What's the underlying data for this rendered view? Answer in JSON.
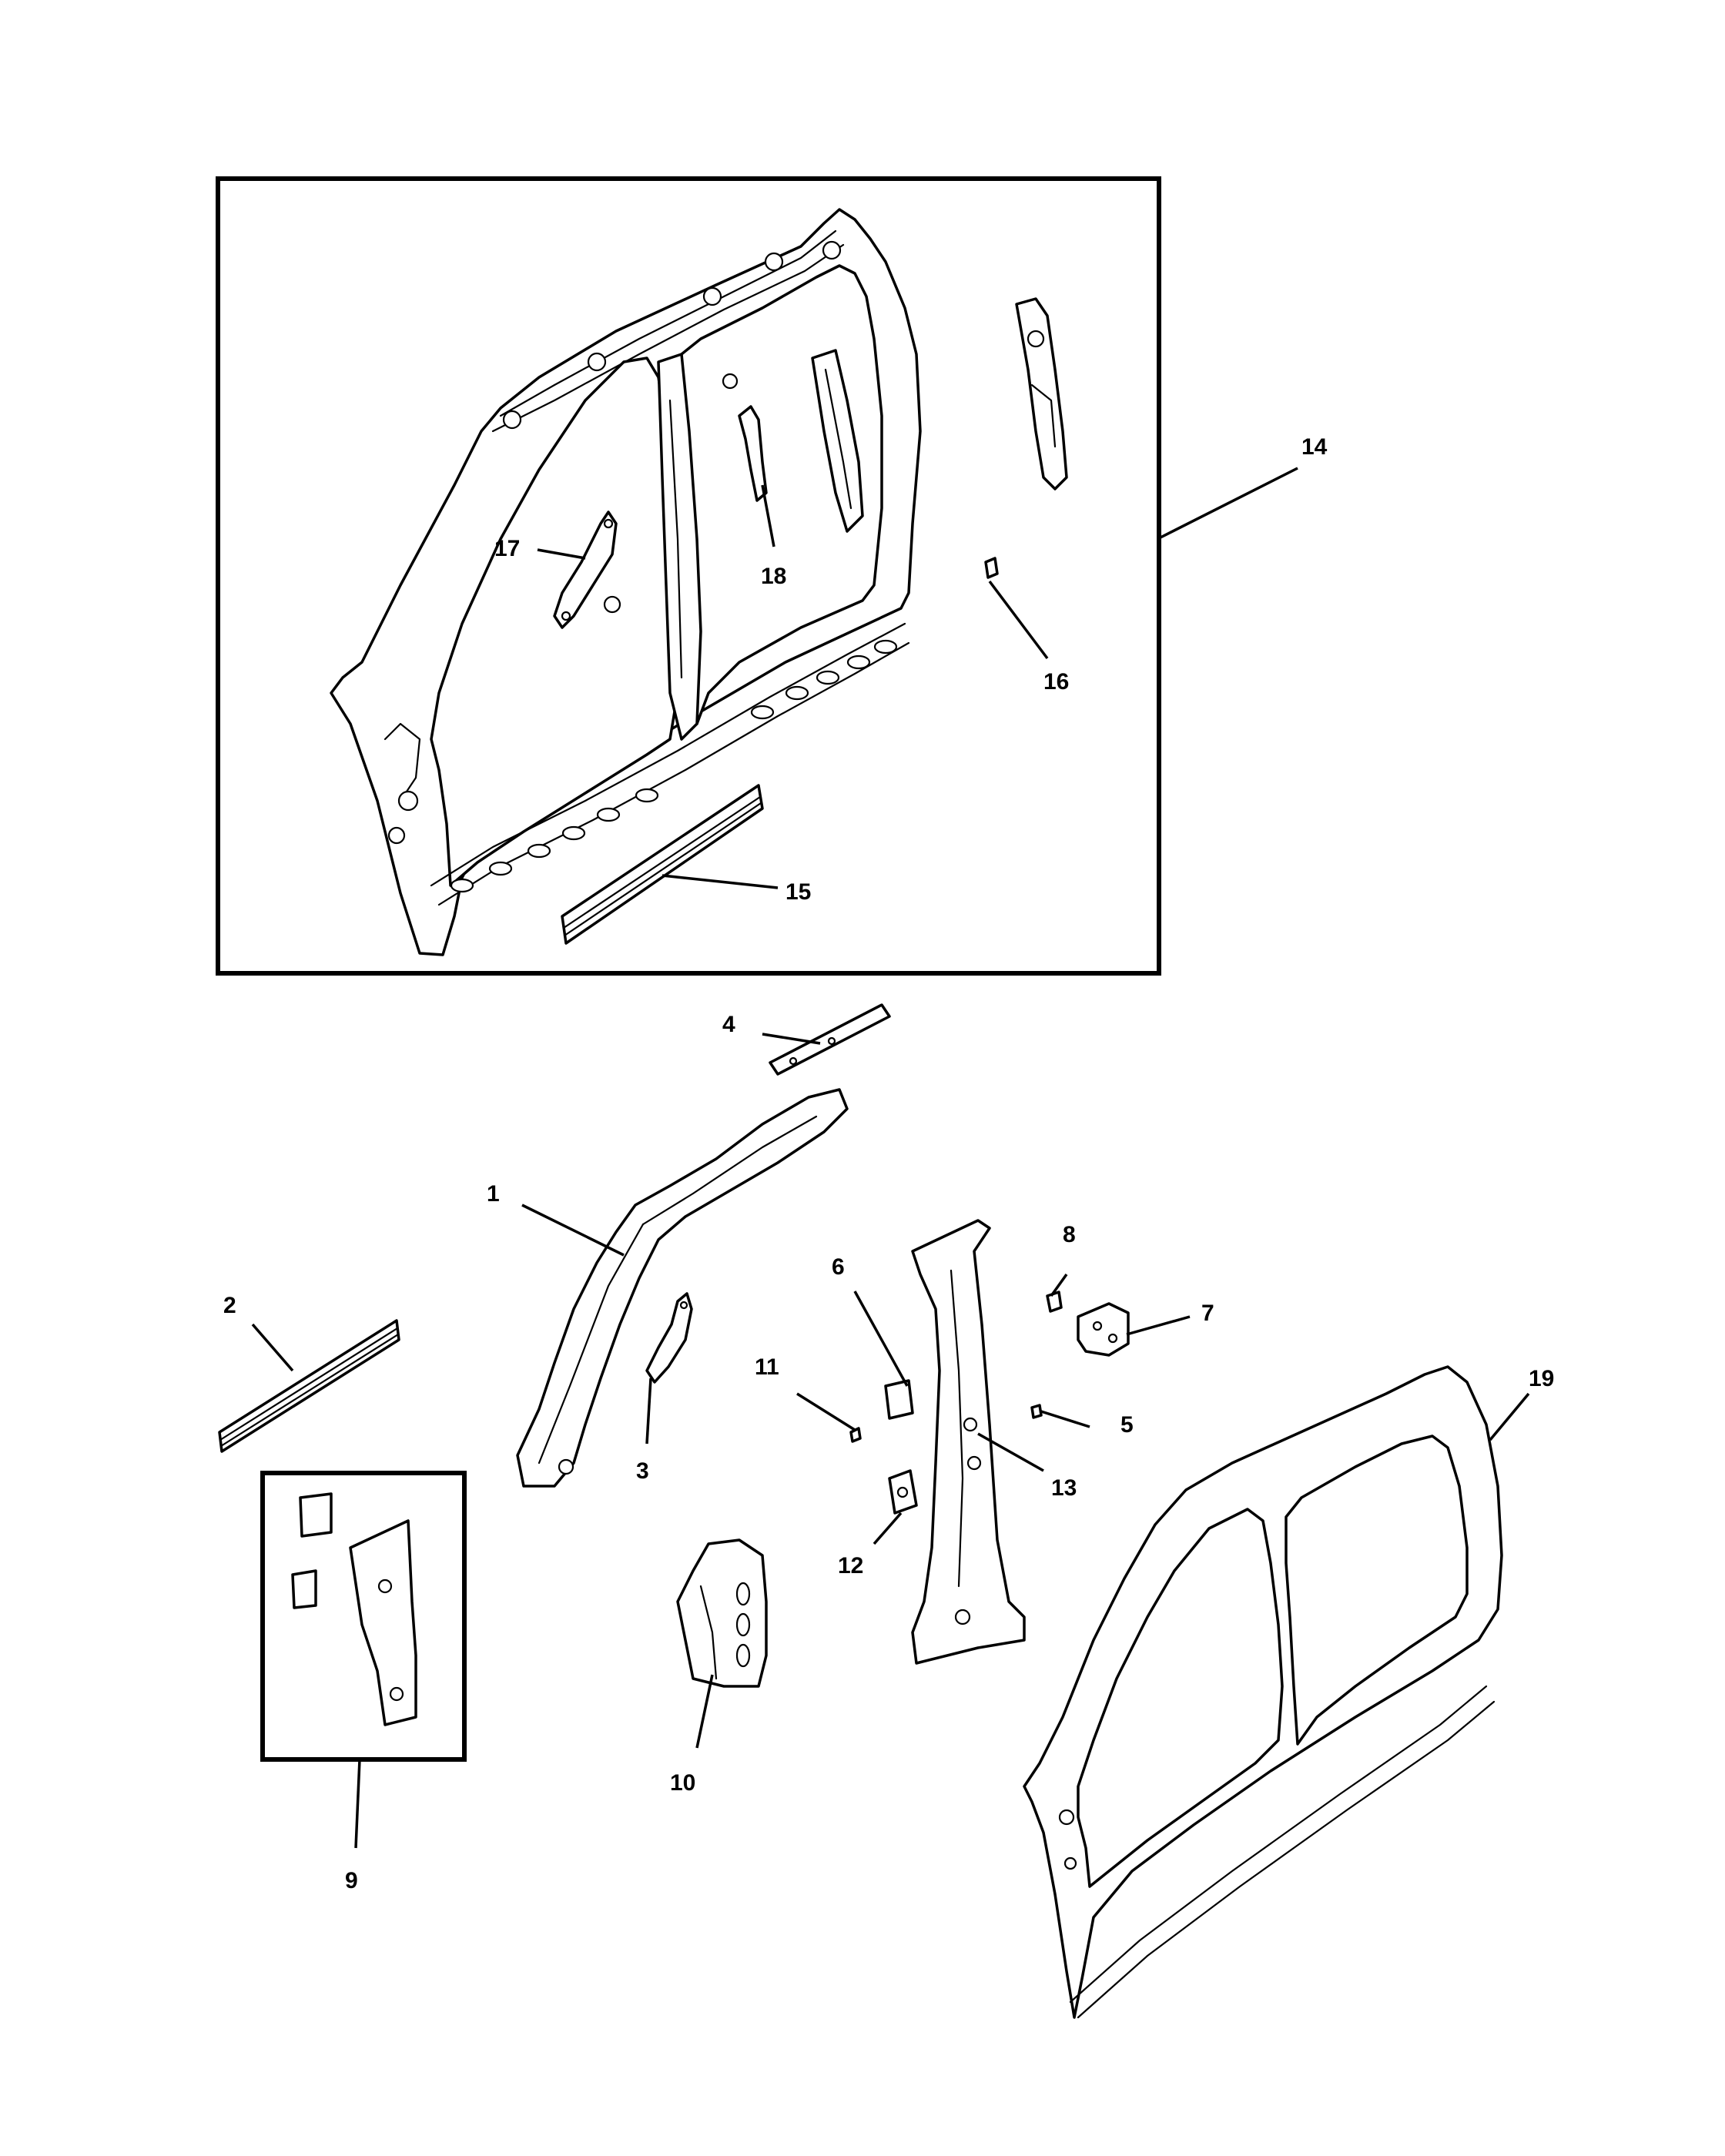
{
  "callouts": {
    "c1": "1",
    "c2": "2",
    "c3": "3",
    "c4": "4",
    "c5": "5",
    "c6": "6",
    "c7": "7",
    "c8": "8",
    "c9": "9",
    "c10": "10",
    "c11": "11",
    "c12": "12",
    "c13": "13",
    "c14": "14",
    "c15": "15",
    "c16": "16",
    "c17": "17",
    "c18": "18",
    "c19": "19"
  },
  "colors": {
    "line": "#000000",
    "background": "#ffffff"
  }
}
